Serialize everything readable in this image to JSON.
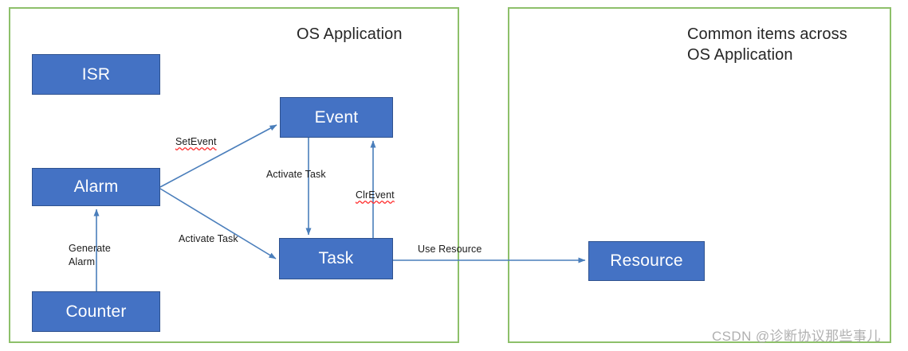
{
  "panels": [
    {
      "id": "os",
      "title": "OS Application",
      "border_color": "#8DC06A"
    },
    {
      "id": "common",
      "title": "Common items across\nOS Application",
      "border_color": "#8DC06A"
    }
  ],
  "nodes": [
    {
      "id": "isr",
      "label": "ISR",
      "fill": "#4472C4",
      "stroke": "#2F528F",
      "text_color": "#FFFFFF"
    },
    {
      "id": "alarm",
      "label": "Alarm",
      "fill": "#4472C4",
      "stroke": "#2F528F",
      "text_color": "#FFFFFF"
    },
    {
      "id": "counter",
      "label": "Counter",
      "fill": "#4472C4",
      "stroke": "#2F528F",
      "text_color": "#FFFFFF"
    },
    {
      "id": "event",
      "label": "Event",
      "fill": "#4472C4",
      "stroke": "#2F528F",
      "text_color": "#FFFFFF"
    },
    {
      "id": "task",
      "label": "Task",
      "fill": "#4472C4",
      "stroke": "#2F528F",
      "text_color": "#FFFFFF"
    },
    {
      "id": "resource",
      "label": "Resource",
      "fill": "#4472C4",
      "stroke": "#2F528F",
      "text_color": "#FFFFFF"
    }
  ],
  "edges": [
    {
      "id": "counter-to-alarm",
      "label": "Generate\nAlarm",
      "from": "counter",
      "to": "alarm",
      "misspelled": false
    },
    {
      "id": "alarm-to-event",
      "label": "SetEvent",
      "from": "alarm",
      "to": "event",
      "misspelled": true
    },
    {
      "id": "alarm-to-task",
      "label": "Activate Task",
      "from": "alarm",
      "to": "task",
      "misspelled": false
    },
    {
      "id": "event-to-task",
      "label": "Activate Task",
      "from": "event",
      "to": "task",
      "misspelled": false
    },
    {
      "id": "task-to-event",
      "label": "ClrEvent",
      "from": "task",
      "to": "event",
      "misspelled": true
    },
    {
      "id": "task-to-resource",
      "label": "Use Resource",
      "from": "task",
      "to": "resource",
      "misspelled": false
    }
  ],
  "connector_color": "#4A7EBB",
  "watermark": "CSDN @诊断协议那些事儿"
}
